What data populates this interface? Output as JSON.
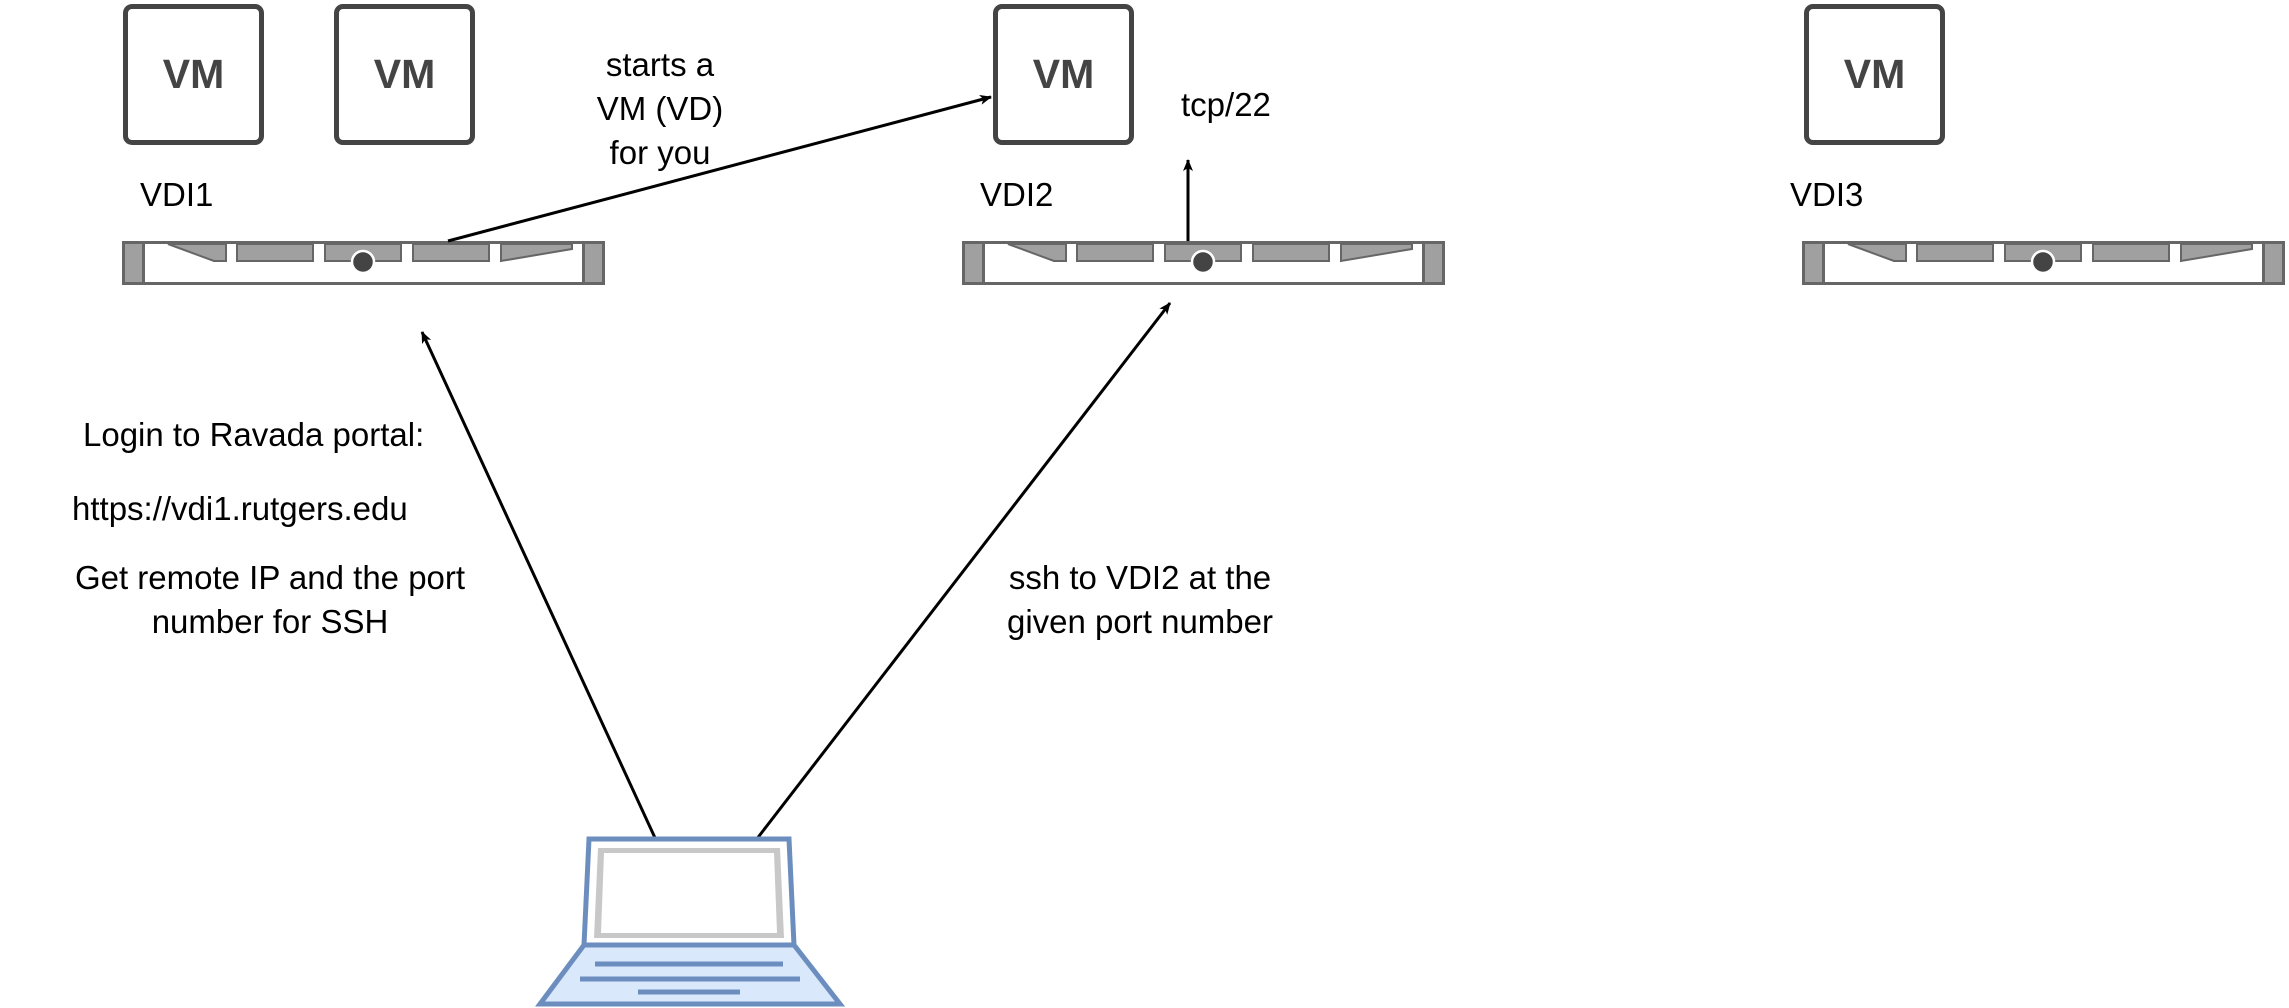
{
  "vm_label": "VM",
  "servers": [
    {
      "label": "VDI1"
    },
    {
      "label": "VDI2"
    },
    {
      "label": "VDI3"
    }
  ],
  "annotations": {
    "starts_vm": [
      "starts a",
      "VM (VD)",
      "for you"
    ],
    "tcp_port": "tcp/22",
    "login": "Login to Ravada portal:",
    "url": "https://vdi1.rutgers.edu",
    "get_ip": [
      "Get remote IP and the port",
      "number for SSH"
    ],
    "ssh": [
      "ssh to VDI2 at the",
      "given port number"
    ]
  },
  "colors": {
    "vm_border": "#444444",
    "server_fill": "#a0a0a0",
    "server_stroke": "#666666",
    "laptop_stroke": "#6c8ebf",
    "laptop_fill": "#c8c8c8",
    "arrow": "#000000"
  },
  "icons": {
    "vm": "vm-box-icon",
    "server": "rack-server-icon",
    "laptop": "laptop-icon"
  }
}
